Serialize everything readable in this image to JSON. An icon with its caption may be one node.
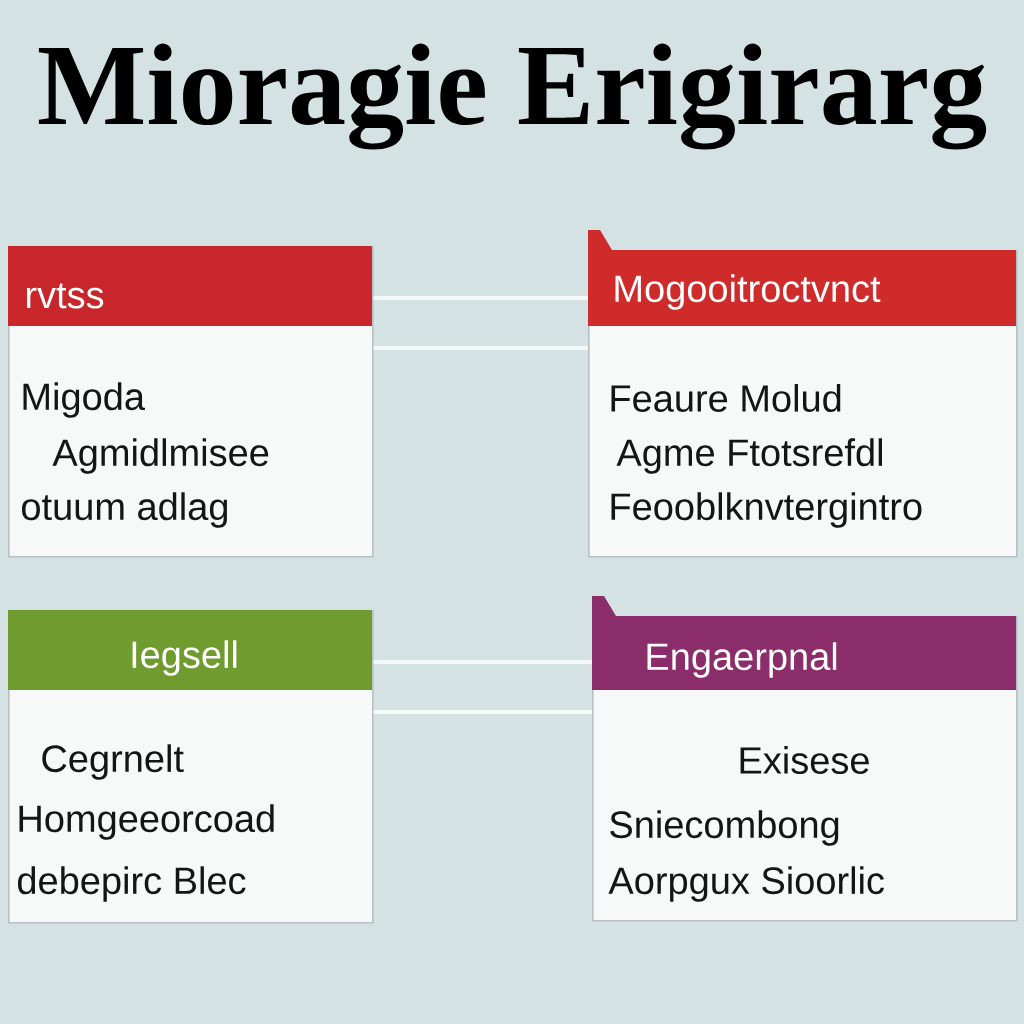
{
  "diagram": {
    "title": "Mioragie Erigirarg",
    "nodes": [
      {
        "text": [
          "rvtss",
          "Migoda",
          "Agmidlmisee",
          "otuum adlag"
        ]
      },
      {
        "text": [
          "Mogooitroctvnct",
          "Feaure Molud",
          "Agme Ftotsrefdl",
          "Feooblknvtergintro"
        ]
      },
      {
        "text": [
          "Iegsell",
          "Cegrnelt",
          "Homgeeorcoad",
          "debepirc Blec"
        ]
      },
      {
        "text": [
          "Engaerpnal",
          "Exisese",
          "Sniecombong",
          "Aorpgux Sioorlic"
        ]
      }
    ],
    "edges": [
      {
        "from": 0,
        "to": 1,
        "arrow": "none"
      },
      {
        "from": 0,
        "to": 1,
        "arrow": "none"
      },
      {
        "from": 2,
        "to": 3,
        "arrow": "none"
      },
      {
        "from": 2,
        "to": 3,
        "arrow": "none"
      }
    ]
  }
}
